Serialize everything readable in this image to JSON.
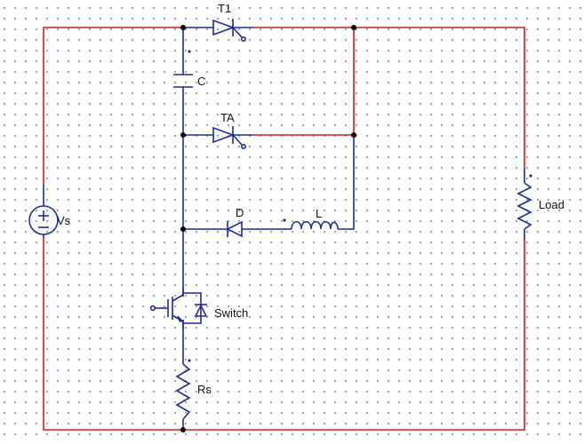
{
  "components": {
    "source": {
      "label": "Vs",
      "icon": "dc-voltage-source-icon"
    },
    "thyristor_main": {
      "label": "T1",
      "icon": "thyristor-icon"
    },
    "capacitor": {
      "label": "C",
      "icon": "capacitor-icon"
    },
    "thyristor_aux": {
      "label": "TA",
      "icon": "thyristor-icon"
    },
    "diode": {
      "label": "D",
      "icon": "diode-icon"
    },
    "inductor": {
      "label": "L",
      "icon": "inductor-icon"
    },
    "load": {
      "label": "Load",
      "icon": "resistor-icon"
    },
    "switch": {
      "label": "Switch",
      "icon": "igbt-switch-icon"
    },
    "rs": {
      "label": "Rs",
      "icon": "resistor-icon"
    }
  },
  "colors": {
    "wire_supply": "#d21e1e",
    "wire_component": "#1f2a9e",
    "node": "#000000",
    "grid_dot": "#8a8a8a"
  }
}
